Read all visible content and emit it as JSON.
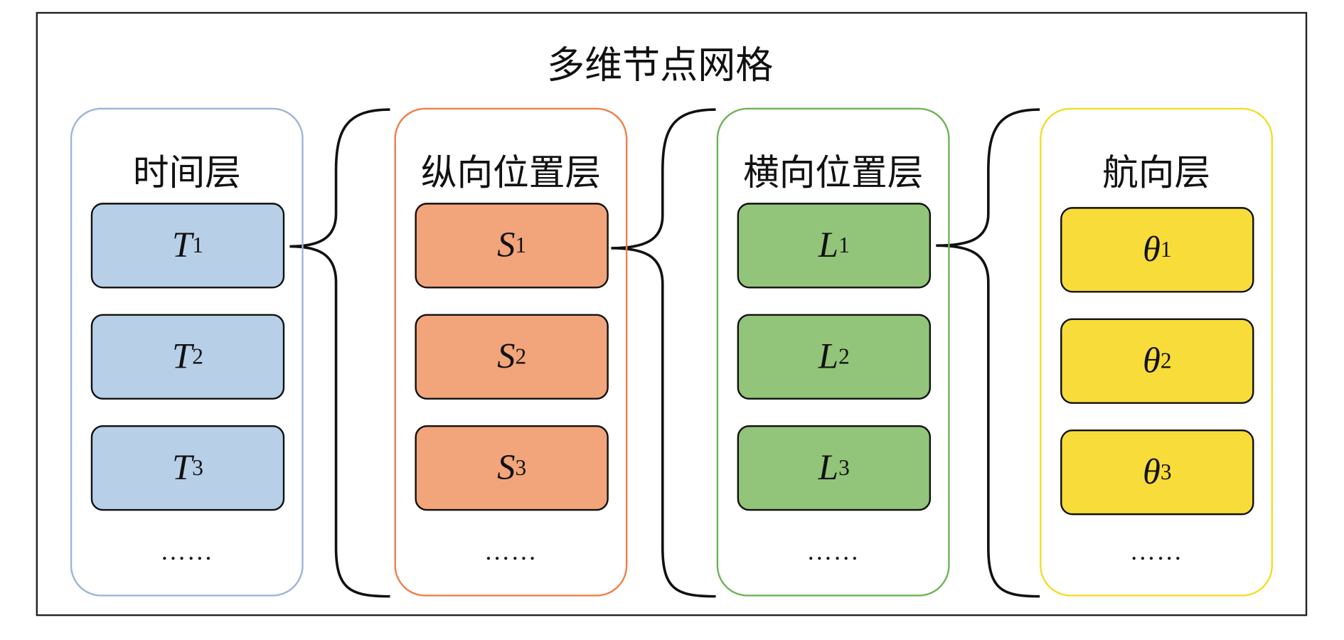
{
  "title": "多维节点网格",
  "layers": [
    {
      "title": "时间层",
      "symbol": "T",
      "nodes": [
        "1",
        "2",
        "3"
      ],
      "ellipsis": "……",
      "border": "#9db4dc",
      "fill": "#b8cfe8"
    },
    {
      "title": "纵向位置层",
      "symbol": "S",
      "nodes": [
        "1",
        "2",
        "3"
      ],
      "ellipsis": "……",
      "border": "#ee7f4a",
      "fill": "#f2a57a"
    },
    {
      "title": "横向位置层",
      "symbol": "L",
      "nodes": [
        "1",
        "2",
        "3"
      ],
      "ellipsis": "……",
      "border": "#6fb35a",
      "fill": "#92c47a"
    },
    {
      "title": "航向层",
      "symbol": "θ",
      "nodes": [
        "1",
        "2",
        "3"
      ],
      "ellipsis": "……",
      "border": "#f5dc2a",
      "fill": "#f8dc3a"
    }
  ]
}
